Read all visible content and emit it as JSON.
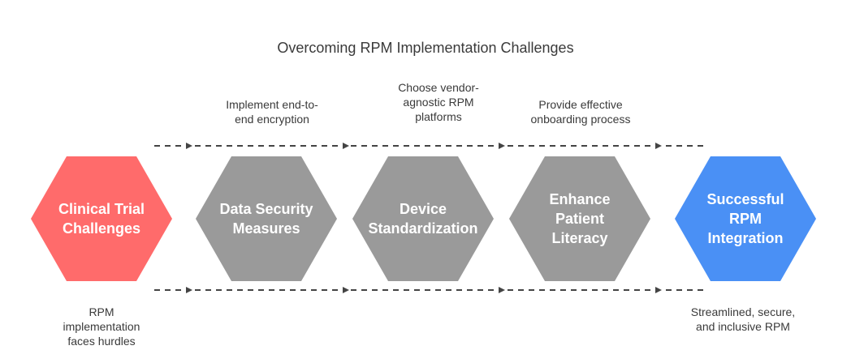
{
  "title": "Overcoming RPM Implementation Challenges",
  "colors": {
    "start": "#ff6b6b",
    "step": "#9a9a9a",
    "end": "#4a90f5",
    "arrow": "#444444"
  },
  "steps": [
    {
      "label": "Clinical Trial\nChallenges",
      "role": "start"
    },
    {
      "label": "Data Security\nMeasures",
      "role": "step"
    },
    {
      "label": "Device\nStandardization",
      "role": "step"
    },
    {
      "label": "Enhance\nPatient\nLiteracy",
      "role": "step"
    },
    {
      "label": "Successful\nRPM\nIntegration",
      "role": "end"
    }
  ],
  "top_notes": [
    "Implement end-to-\nend encryption",
    "Choose vendor-\nagnostic RPM\nplatforms",
    "Provide effective\nonboarding process"
  ],
  "bottom_notes": {
    "start": "RPM\nimplementation\nfaces hurdles",
    "end": "Streamlined, secure,\nand inclusive RPM"
  }
}
